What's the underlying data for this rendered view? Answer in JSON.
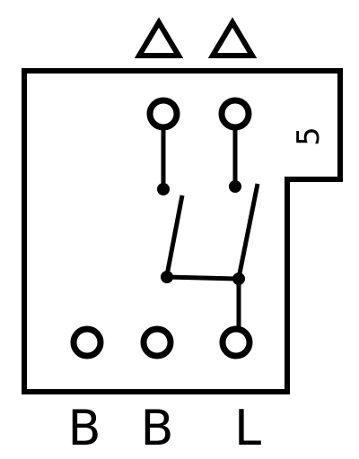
{
  "colors": {
    "ink": "#000000",
    "paper": "#ffffff"
  },
  "symbols": {
    "top_markers": [
      "triangle-icon",
      "triangle-icon"
    ]
  },
  "labels": {
    "side_number": "5",
    "bottom_terminals": [
      "B",
      "B",
      "L"
    ]
  }
}
